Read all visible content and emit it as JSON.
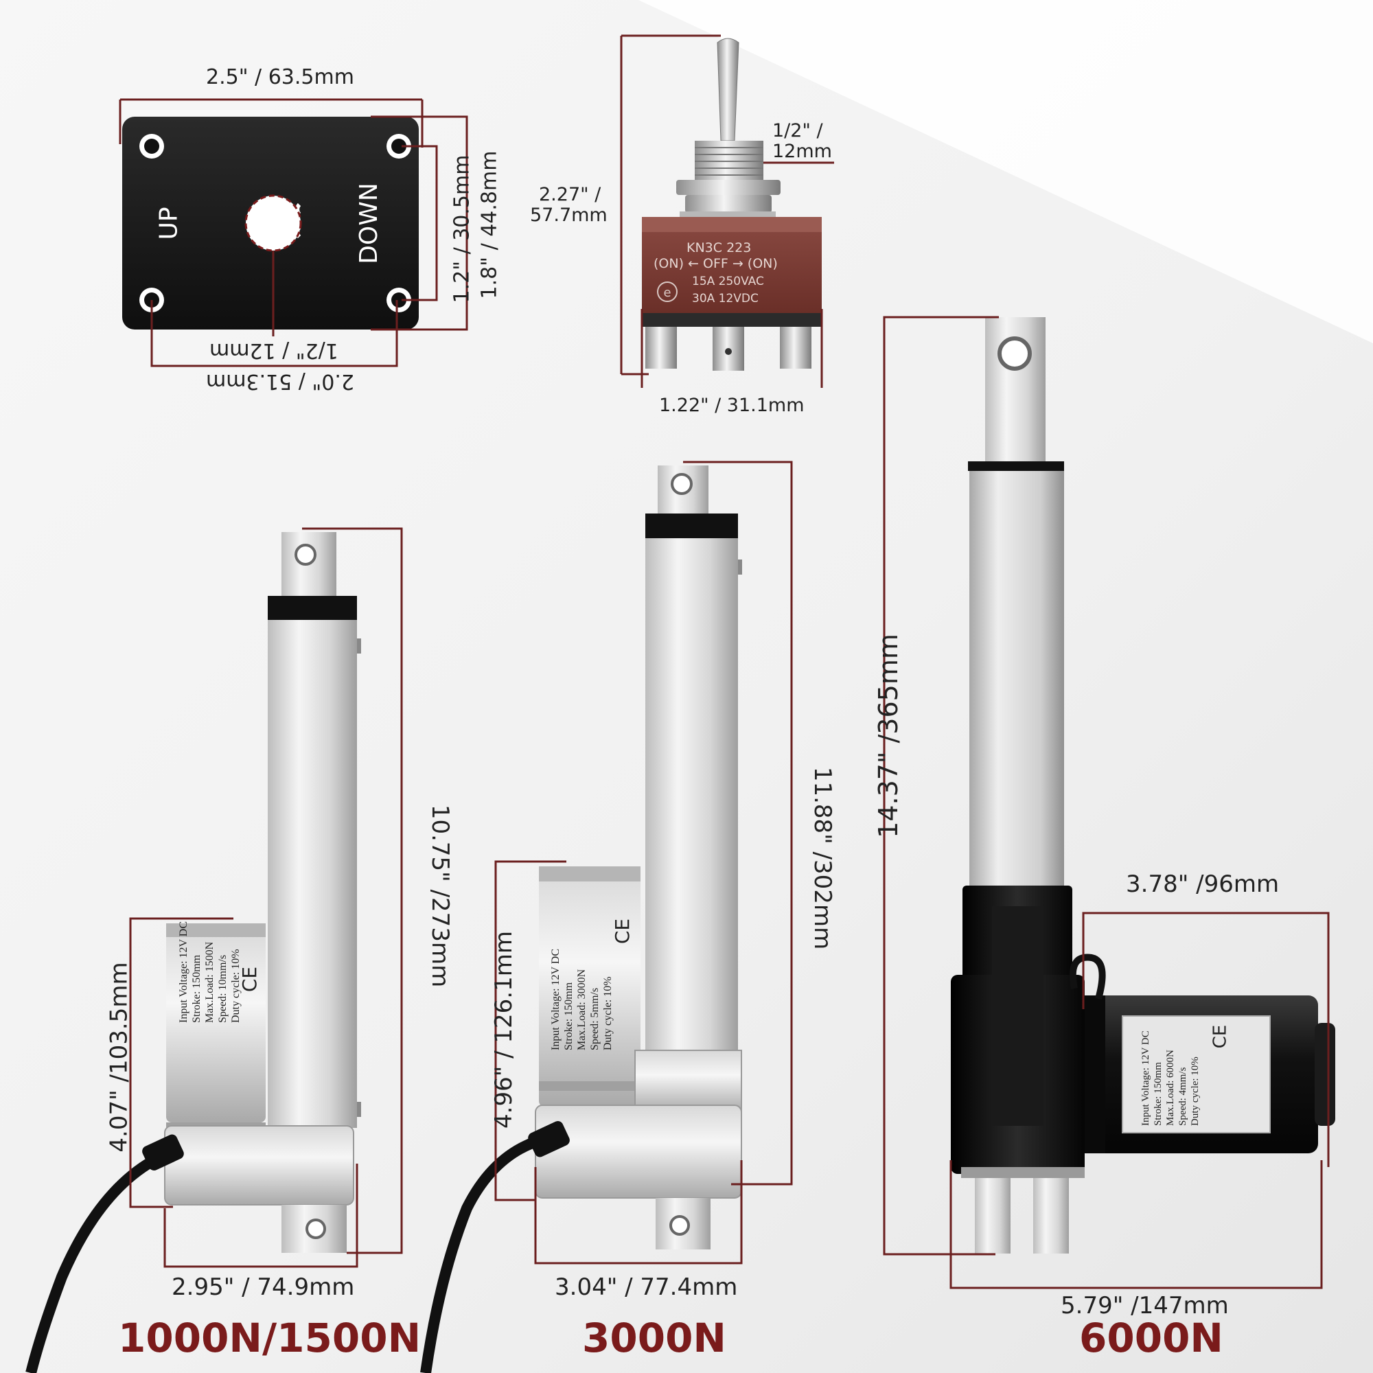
{
  "colors": {
    "accent": "#7a1b1b",
    "dim_line": "#6b1f1f"
  },
  "control_plate": {
    "up_label": "UP",
    "down_label": "DOWN",
    "width_dim": "2.5\"  / 63.5mm",
    "hole_spacing_h_dim": "1.2\" / 30.5mm",
    "height_dim": "1.8\" / 44.8mm",
    "hole_dim": "1/2\"  / 12mm",
    "bottom_spacing_dim": "2.0\" / 51.3mm"
  },
  "toggle_switch": {
    "model": "KN3C  223",
    "positions": "(ON) ← OFF → (ON)",
    "rating_ac": "15A 250VAC",
    "rating_dc": "30A  12VDC",
    "thread_dim_1": "1/2\"  /",
    "thread_dim_2": "12mm",
    "height_dim_1": "2.27\"  /",
    "height_dim_2": "57.7mm",
    "width_dim": "1.22\"  / 31.1mm"
  },
  "actuators": [
    {
      "title": "1000N/1500N",
      "length_dim": "10.75\"  /273mm",
      "motor_dim": "4.07\"  /103.5mm",
      "width_dim": "2.95\"  / 74.9mm",
      "spec": {
        "voltage": "Input Voltage:   12V DC",
        "stroke": "Stroke:          150mm",
        "load": "Max.Load:        1500N",
        "speed": "Speed:           10mm/s",
        "duty": "Duty cycle:      10%"
      }
    },
    {
      "title": "3000N",
      "length_dim": "11.88\"  /302mm",
      "motor_dim": "4.96\"  / 126.1mm",
      "width_dim": "3.04\"  / 77.4mm",
      "spec": {
        "voltage": "Input Voltage:   12V DC",
        "stroke": "Stroke:          150mm",
        "load": "Max.Load:        3000N",
        "speed": "Speed:           5mm/s",
        "duty": "Duty cycle:      10%"
      }
    },
    {
      "title": "6000N",
      "length_dim": "14.37\"  /365mm",
      "motor_dim": "3.78\"  /96mm",
      "width_dim": "5.79\"  /147mm",
      "spec": {
        "voltage": "Input Voltage:   12V DC",
        "stroke": "Stroke:          150mm",
        "load": "Max.Load:        6000N",
        "speed": "Speed:           4mm/s",
        "duty": "Duty cycle:      10%"
      }
    }
  ],
  "ce_mark": "CE"
}
